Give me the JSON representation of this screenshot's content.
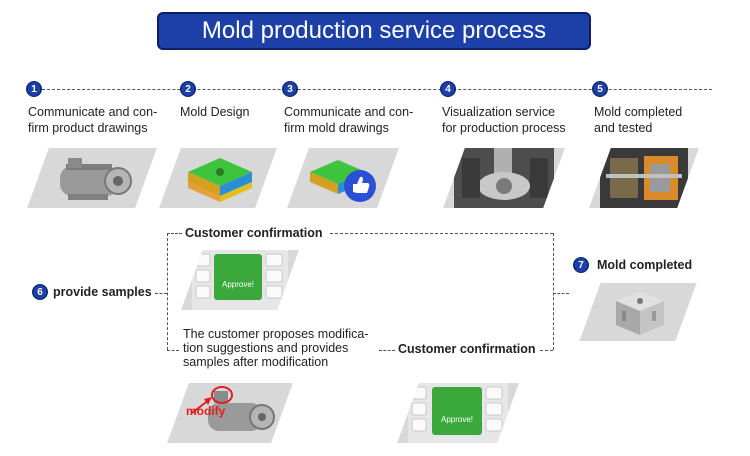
{
  "title": "Mold production service process",
  "steps": [
    {
      "number": "1",
      "label": "Communicate and con-\nfirm product drawings",
      "icon": "motor-housing-icon"
    },
    {
      "number": "2",
      "label": "Mold Design",
      "icon": "mold-design-icon"
    },
    {
      "number": "3",
      "label": "Communicate and con-\nfirm mold drawings",
      "icon": "mold-approved-icon"
    },
    {
      "number": "4",
      "label": "Visualization service\nfor production process",
      "icon": "machining-icon"
    },
    {
      "number": "5",
      "label": "Mold completed\nand tested",
      "icon": "injection-machine-icon"
    }
  ],
  "step6": {
    "number": "6",
    "label": "provide samples"
  },
  "step7": {
    "number": "7",
    "label": "Mold completed"
  },
  "branch": {
    "top_label": "Customer confirmation",
    "approve_key": "Approve!",
    "modification_text": "The customer proposes modifica-\ntion suggestions and provides\nsamples after modification",
    "bottom_label": "Customer confirmation",
    "modify_annotation": "modify"
  },
  "colors": {
    "accent": "#1c3fa8",
    "approve": "#3aa83a",
    "modify": "#e02020",
    "thumb": "#2c4fd8"
  }
}
